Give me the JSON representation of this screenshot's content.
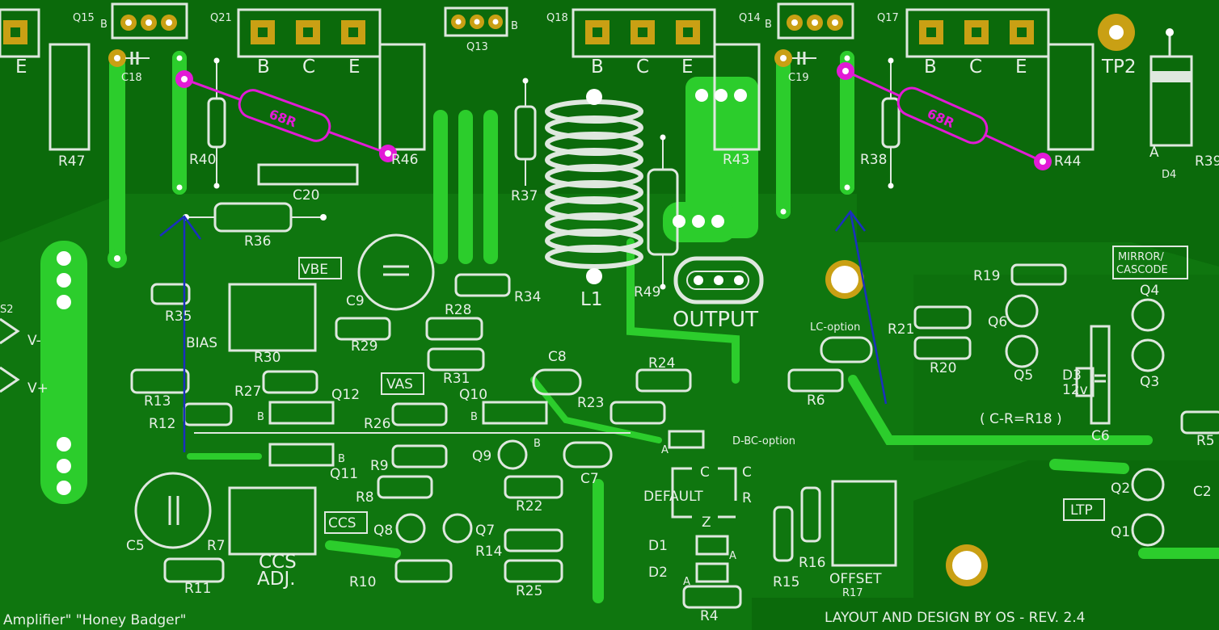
{
  "pcb": {
    "board_title": "Amplifier\"  \"Honey Badger\"",
    "credit": "LAYOUT AND DESIGN BY OS  - REV. 2.4",
    "colors": {
      "board": "#0b6a0b",
      "copper_pour": "#0f760f",
      "trace": "#2ccd2c",
      "silkscreen": "#dfe8df",
      "gold_pad": "#c9a014",
      "magenta_mod": "#e21bd6",
      "blue_mark": "#1a2fbf"
    },
    "labels": {
      "q15": "Q15",
      "q21": "Q21",
      "q13": "Q13",
      "q18": "Q18",
      "q14": "Q14",
      "q17": "Q17",
      "b": "B",
      "c": "C",
      "e": "E",
      "c18": "C18",
      "c19": "C19",
      "c20": "C20",
      "r47": "R47",
      "r40": "R40",
      "r46": "R46",
      "r36": "R36",
      "r37": "R37",
      "r43": "R43",
      "r38": "R38",
      "r44": "R44",
      "r39": "R39",
      "r35": "R35",
      "r30": "R30",
      "r29": "R29",
      "r28": "R28",
      "r34": "R34",
      "r31": "R31",
      "r27": "R27",
      "r13": "R13",
      "r12": "R12",
      "r26": "R26",
      "r9": "R9",
      "r8": "R8",
      "r10": "R10",
      "r11": "R11",
      "r7": "R7",
      "r22": "R22",
      "r14": "R14",
      "r25": "R25",
      "r24": "R24",
      "r23": "R23",
      "r49": "R49",
      "r19": "R19",
      "r21": "R21",
      "r20": "R20",
      "r6": "R6",
      "r5": "R5",
      "r4": "R4",
      "r15": "R15",
      "r16": "R16",
      "r17": "R17",
      "c9": "C9",
      "c8": "C8",
      "c7": "C7",
      "c5": "C5",
      "c6": "C6",
      "c2": "C2",
      "q12": "Q12",
      "q10": "Q10",
      "q11": "Q11",
      "q9": "Q9",
      "q8": "Q8",
      "q7": "Q7",
      "q6": "Q6",
      "q5": "Q5",
      "q4": "Q4",
      "q3": "Q3",
      "q2": "Q2",
      "q1": "Q1",
      "d1": "D1",
      "d2": "D2",
      "d3": "D3",
      "d4": "D4",
      "l1": "L1",
      "tp2": "TP2",
      "vbe": "VBE",
      "bias": "BIAS",
      "vas": "VAS",
      "ccs": "CCS",
      "ccs_adj_1": "CCS",
      "ccs_adj_2": "ADJ.",
      "output": "OUTPUT",
      "offset": "OFFSET",
      "default": "DEFAULT",
      "lc_option": "LC-option",
      "d_bc_option": "D-BC-option",
      "mirror_1": "MIRROR/",
      "mirror_2": "CASCODE",
      "ltp": "LTP",
      "cr_note": "( C-R=R18 )",
      "v12": "12v",
      "vminus": "V-",
      "vplus": "V+",
      "s2": "S2",
      "z": "Z",
      "r": "R",
      "a": "A",
      "sixty_eight_r": "68R"
    }
  }
}
